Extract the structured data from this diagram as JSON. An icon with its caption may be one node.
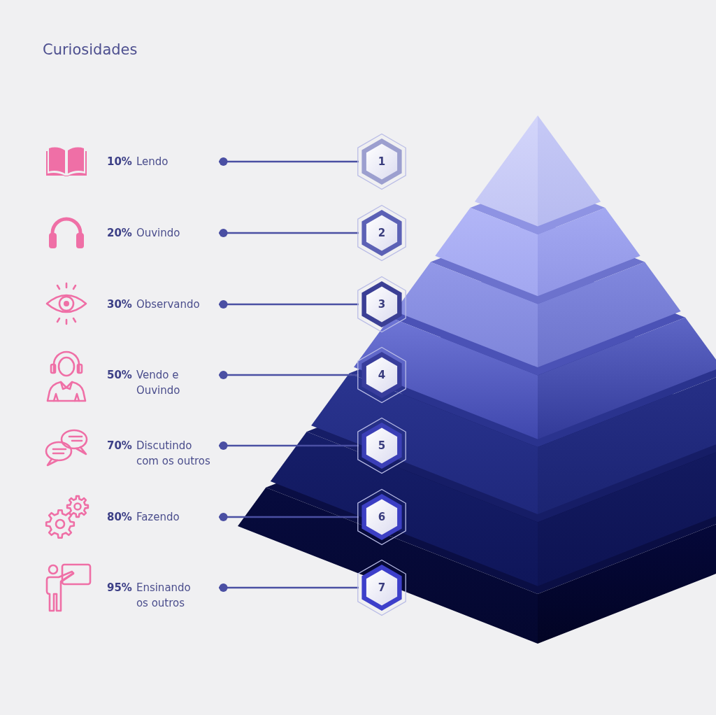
{
  "diagram": {
    "title": "Curiosidades",
    "nodes": [
      {
        "text": [
          "**10%** Lendo"
        ]
      },
      {
        "text": [
          "**20%** Ouvindo"
        ]
      },
      {
        "text": [
          "**30%** Observando"
        ]
      },
      {
        "text": [
          "**50%** Vendo e Ouvindo"
        ]
      },
      {
        "text": [
          "**70%** Discutindo com os outros"
        ]
      },
      {
        "text": [
          "**80%** Fazendo"
        ]
      },
      {
        "text": [
          "**95%** Ensinando os outros"
        ]
      },
      {
        "text": [
          "1"
        ]
      },
      {
        "text": [
          "2"
        ]
      },
      {
        "text": [
          "3"
        ]
      },
      {
        "text": [
          "4"
        ]
      },
      {
        "text": [
          "5"
        ]
      },
      {
        "text": [
          "6"
        ]
      },
      {
        "text": [
          "7"
        ]
      }
    ],
    "edges": [
      {
        "from": 0,
        "to": 7,
        "arrow": "other"
      },
      {
        "from": 1,
        "to": 8,
        "arrow": "other"
      },
      {
        "from": 2,
        "to": 9,
        "arrow": "other"
      },
      {
        "from": 3,
        "to": 10,
        "arrow": "other"
      },
      {
        "from": 4,
        "to": 11,
        "arrow": "other"
      },
      {
        "from": 5,
        "to": 12,
        "arrow": "other"
      },
      {
        "from": 6,
        "to": 13,
        "arrow": "other"
      }
    ]
  }
}
